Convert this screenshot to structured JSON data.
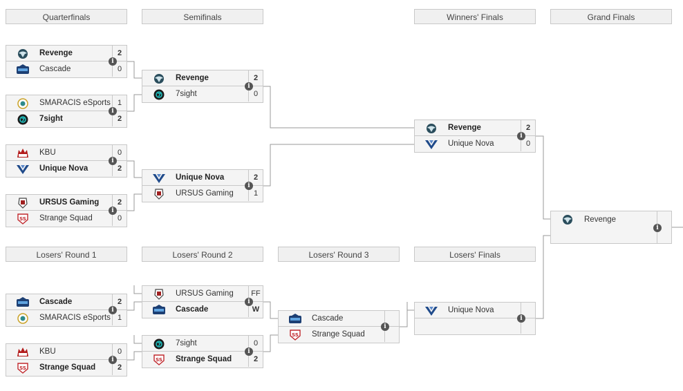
{
  "headers": {
    "quarterfinals": "Quarterfinals",
    "semifinals": "Semifinals",
    "winners_finals": "Winners' Finals",
    "grand_finals": "Grand Finals",
    "losers_r1": "Losers' Round 1",
    "losers_r2": "Losers' Round 2",
    "losers_r3": "Losers' Round 3",
    "losers_finals": "Losers' Finals"
  },
  "info_glyph": "i",
  "colors": {
    "team_bg": "#f4f4f4",
    "border": "#c8c8c8",
    "line": "#999999",
    "info": "#555555"
  },
  "matches": {
    "qf1": {
      "teams": [
        {
          "name": "Revenge",
          "score": "2",
          "logo": "eagle-logo-icon",
          "win": true
        },
        {
          "name": "Cascade",
          "score": "0",
          "logo": "cascade-logo-icon",
          "win": false
        }
      ]
    },
    "qf2": {
      "teams": [
        {
          "name": "SMARACIS eSports",
          "score": "1",
          "logo": "smaracis-logo-icon",
          "win": false
        },
        {
          "name": "7sight",
          "score": "2",
          "logo": "7sight-logo-icon",
          "win": true
        }
      ]
    },
    "qf3": {
      "teams": [
        {
          "name": "KBU",
          "score": "0",
          "logo": "kbu-logo-icon",
          "win": false
        },
        {
          "name": "Unique Nova",
          "score": "2",
          "logo": "unique-nova-logo-icon",
          "win": true
        }
      ]
    },
    "qf4": {
      "teams": [
        {
          "name": "URSUS Gaming",
          "score": "2",
          "logo": "ursus-logo-icon",
          "win": true
        },
        {
          "name": "Strange Squad",
          "score": "0",
          "logo": "strange-squad-logo-icon",
          "win": false
        }
      ]
    },
    "sf1": {
      "teams": [
        {
          "name": "Revenge",
          "score": "2",
          "logo": "eagle-logo-icon",
          "win": true
        },
        {
          "name": "7sight",
          "score": "0",
          "logo": "7sight-logo-icon",
          "win": false
        }
      ]
    },
    "sf2": {
      "teams": [
        {
          "name": "Unique Nova",
          "score": "2",
          "logo": "unique-nova-logo-icon",
          "win": true
        },
        {
          "name": "URSUS Gaming",
          "score": "1",
          "logo": "ursus-logo-icon",
          "win": false
        }
      ]
    },
    "wf": {
      "teams": [
        {
          "name": "Revenge",
          "score": "2",
          "logo": "eagle-logo-icon",
          "win": true
        },
        {
          "name": "Unique Nova",
          "score": "0",
          "logo": "unique-nova-logo-icon",
          "win": false
        }
      ]
    },
    "lr1a": {
      "teams": [
        {
          "name": "Cascade",
          "score": "2",
          "logo": "cascade-logo-icon",
          "win": true
        },
        {
          "name": "SMARACIS eSports",
          "score": "1",
          "logo": "smaracis-logo-icon",
          "win": false
        }
      ]
    },
    "lr1b": {
      "teams": [
        {
          "name": "KBU",
          "score": "0",
          "logo": "kbu-logo-icon",
          "win": false
        },
        {
          "name": "Strange Squad",
          "score": "2",
          "logo": "strange-squad-logo-icon",
          "win": true
        }
      ]
    },
    "lr2a": {
      "teams": [
        {
          "name": "URSUS Gaming",
          "score": "FF",
          "logo": "ursus-logo-icon",
          "win": false
        },
        {
          "name": "Cascade",
          "score": "W",
          "logo": "cascade-logo-icon",
          "win": true
        }
      ]
    },
    "lr2b": {
      "teams": [
        {
          "name": "7sight",
          "score": "0",
          "logo": "7sight-logo-icon",
          "win": false
        },
        {
          "name": "Strange Squad",
          "score": "2",
          "logo": "strange-squad-logo-icon",
          "win": true
        }
      ]
    },
    "lr3": {
      "teams": [
        {
          "name": "Cascade",
          "score": "",
          "logo": "cascade-logo-icon",
          "win": false
        },
        {
          "name": "Strange Squad",
          "score": "",
          "logo": "strange-squad-logo-icon",
          "win": false
        }
      ]
    },
    "lf": {
      "teams": [
        {
          "name": "Unique Nova",
          "score": "",
          "logo": "unique-nova-logo-icon",
          "win": false
        }
      ]
    },
    "gf": {
      "teams": [
        {
          "name": "Revenge",
          "score": "",
          "logo": "eagle-logo-icon",
          "win": false
        }
      ]
    }
  }
}
